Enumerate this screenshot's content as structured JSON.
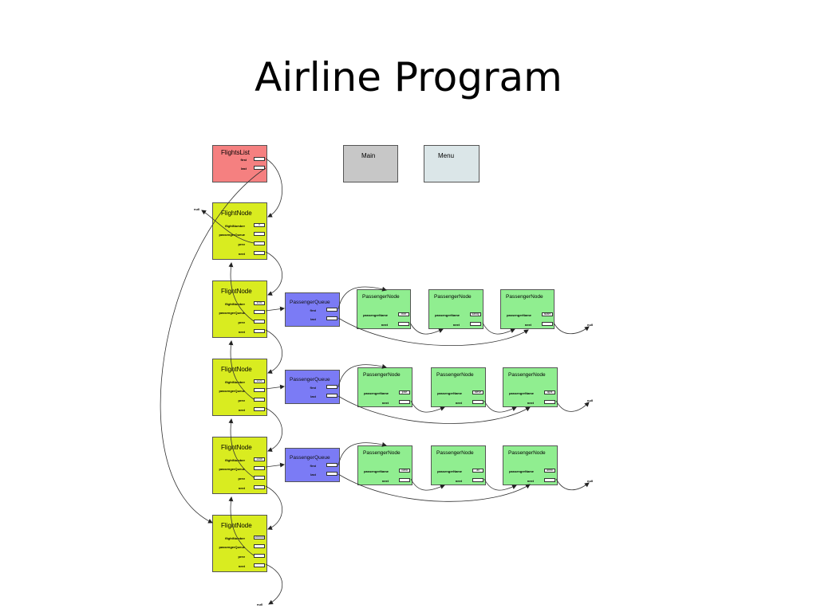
{
  "title": "Airline Program",
  "flights_list": {
    "name": "FlightsList",
    "fields": [
      "first",
      "last"
    ]
  },
  "main": {
    "name": "Main"
  },
  "menu": {
    "name": "Menu"
  },
  "flight_node": {
    "name": "FlightNode",
    "fields": [
      "flightNumber",
      "passengerQueue",
      "prev",
      "next"
    ]
  },
  "flight_numbers": [
    "0",
    "1101",
    "1221",
    "1345",
    "100000"
  ],
  "passenger_queue": {
    "name": "PassengerQueue",
    "fields": [
      "first",
      "last"
    ]
  },
  "passenger_node": {
    "name": "PassengerNode",
    "fields": [
      "passengerName",
      "next"
    ]
  },
  "passenger_names": [
    [
      "bob",
      "sandy",
      "adam"
    ],
    [
      "jose",
      "steve",
      "april"
    ],
    [
      "carla",
      "ali",
      "drew"
    ]
  ],
  "null_label": "null"
}
